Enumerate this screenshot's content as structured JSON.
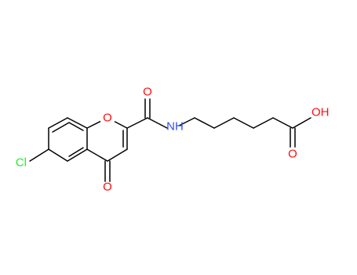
{
  "molecule": {
    "colors": {
      "bond": "#000000",
      "oxygen": "#ff0d0d",
      "nitrogen": "#3050f8",
      "chlorine": "#1ff01f"
    },
    "atoms": {
      "ring_oxygen": "O",
      "amide_oxygen": "O",
      "ketone_oxygen": "O",
      "amide_nitrogen": "NH",
      "chlorine": "Cl",
      "hydroxyl": "OH",
      "carboxyl_oxygen": "O"
    }
  }
}
